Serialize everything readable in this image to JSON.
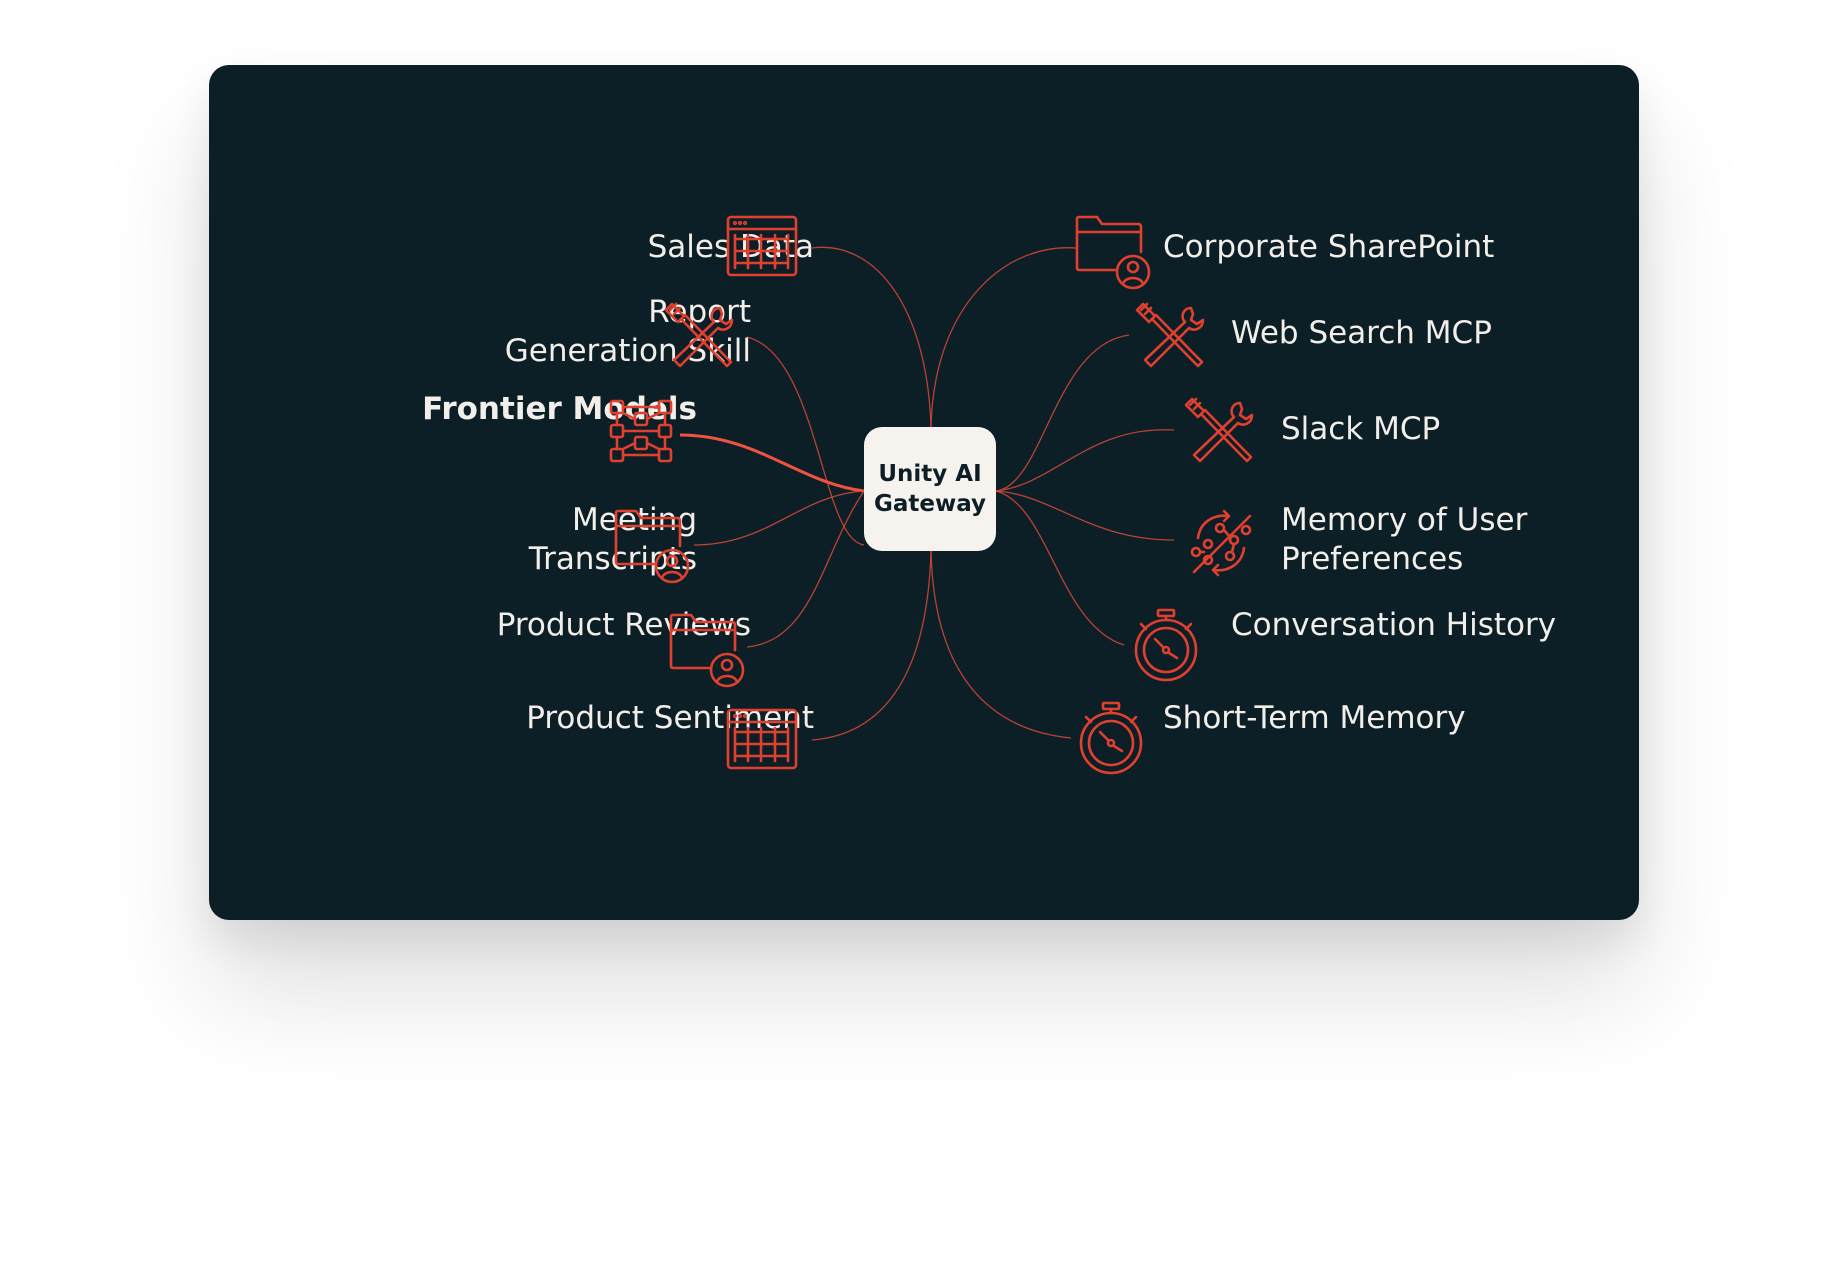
{
  "hub": {
    "label": "Unity AI\nGateway"
  },
  "left_nodes": [
    {
      "label": "Sales Data",
      "icon": "table-icon"
    },
    {
      "label": "Report\nGeneration Skill",
      "icon": "tools-icon"
    },
    {
      "label": "Frontier Models",
      "icon": "network-icon",
      "emphasized": true
    },
    {
      "label": "Meeting\nTranscripts",
      "icon": "shared-folder-icon"
    },
    {
      "label": "Product Reviews",
      "icon": "shared-folder-icon"
    },
    {
      "label": "Product Sentiment",
      "icon": "table-icon"
    }
  ],
  "right_nodes": [
    {
      "label": "Corporate SharePoint",
      "icon": "shared-folder-icon"
    },
    {
      "label": "Web Search MCP",
      "icon": "tools-icon"
    },
    {
      "label": "Slack MCP",
      "icon": "tools-icon"
    },
    {
      "label": "Memory of User\nPreferences",
      "icon": "memory-sync-icon"
    },
    {
      "label": "Conversation History",
      "icon": "stopwatch-icon"
    },
    {
      "label": "Short-Term Memory",
      "icon": "stopwatch-icon"
    }
  ],
  "colors": {
    "background": "#0d1f26",
    "accent": "#e0402f",
    "hub_fill": "#f6f3ee",
    "text": "#f2eee9"
  }
}
